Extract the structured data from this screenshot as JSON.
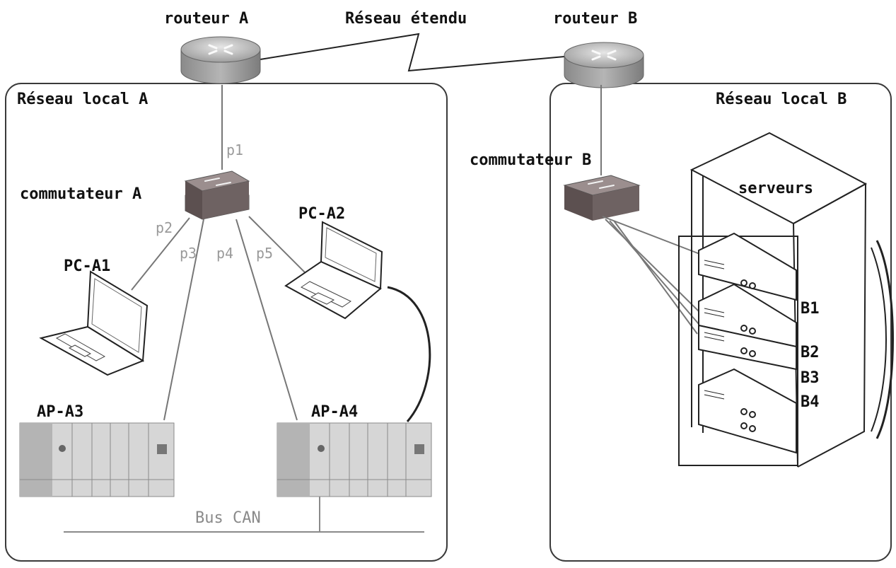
{
  "wan": {
    "label": "Réseau étendu"
  },
  "router_a": {
    "label": "routeur A"
  },
  "router_b": {
    "label": "routeur B"
  },
  "lan_a": {
    "label": "Réseau local A"
  },
  "lan_b": {
    "label": "Réseau local B"
  },
  "switch_a": {
    "label": "commutateur A"
  },
  "switch_b": {
    "label": "commutateur B"
  },
  "ports": {
    "p1": "p1",
    "p2": "p2",
    "p3": "p3",
    "p4": "p4",
    "p5": "p5"
  },
  "pc_a1": {
    "label": "PC-A1"
  },
  "pc_a2": {
    "label": "PC-A2"
  },
  "ap_a3": {
    "label": "AP-A3"
  },
  "ap_a4": {
    "label": "AP-A4"
  },
  "bus": {
    "label": "Bus CAN"
  },
  "servers": {
    "label": "serveurs",
    "units": [
      "B1",
      "B2",
      "B3",
      "B4"
    ]
  }
}
